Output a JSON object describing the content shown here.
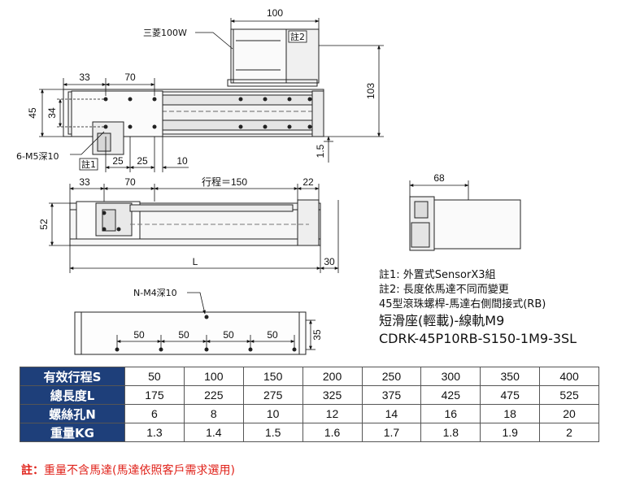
{
  "labels": {
    "motor": "三菱100W",
    "screw_holes": "6-M5深10",
    "note1_tag": "註1",
    "note2_tag": "註2",
    "table_holes": "N-M4深10",
    "stroke": "行程＝150",
    "length": "L"
  },
  "dims": {
    "top_100": "100",
    "top_33": "33",
    "top_70": "70",
    "top_45": "45",
    "top_34": "34",
    "top_25a": "25",
    "top_25b": "25",
    "top_10": "10",
    "top_103": "103",
    "top_15": "1.5",
    "mid_33": "33",
    "mid_70": "70",
    "mid_22": "22",
    "mid_52": "52",
    "mid_30": "30",
    "side_68": "68",
    "bot_50a": "50",
    "bot_50b": "50",
    "bot_50c": "50",
    "bot_50d": "50",
    "bot_35": "35"
  },
  "notes": {
    "note1": "註1: 外置式SensorX3組",
    "note2": "註2: 長度依馬達不同而變更",
    "line3": "45型滾珠螺桿-馬達右側間接式(RB)",
    "line4": "短滑座(輕載)-線軌M9",
    "line5": "CDRK-45P10RB-S150-1M9-3SL"
  },
  "table": {
    "rows": [
      {
        "header": "有效行程S",
        "values": [
          "50",
          "100",
          "150",
          "200",
          "250",
          "300",
          "350",
          "400"
        ]
      },
      {
        "header": "總長度L",
        "values": [
          "175",
          "225",
          "275",
          "325",
          "375",
          "425",
          "475",
          "525"
        ]
      },
      {
        "header": "螺絲孔N",
        "values": [
          "6",
          "8",
          "10",
          "12",
          "14",
          "16",
          "18",
          "20"
        ]
      },
      {
        "header": "重量KG",
        "values": [
          "1.3",
          "1.4",
          "1.5",
          "1.6",
          "1.7",
          "1.8",
          "1.9",
          "2"
        ]
      }
    ]
  },
  "footnote": {
    "prefix": "註：",
    "text": "重量不含馬達(馬達依照客戶需求選用)"
  },
  "colors": {
    "header_bg": "#1e3f7a",
    "footnote": "#e0231b",
    "line": "#222222"
  }
}
